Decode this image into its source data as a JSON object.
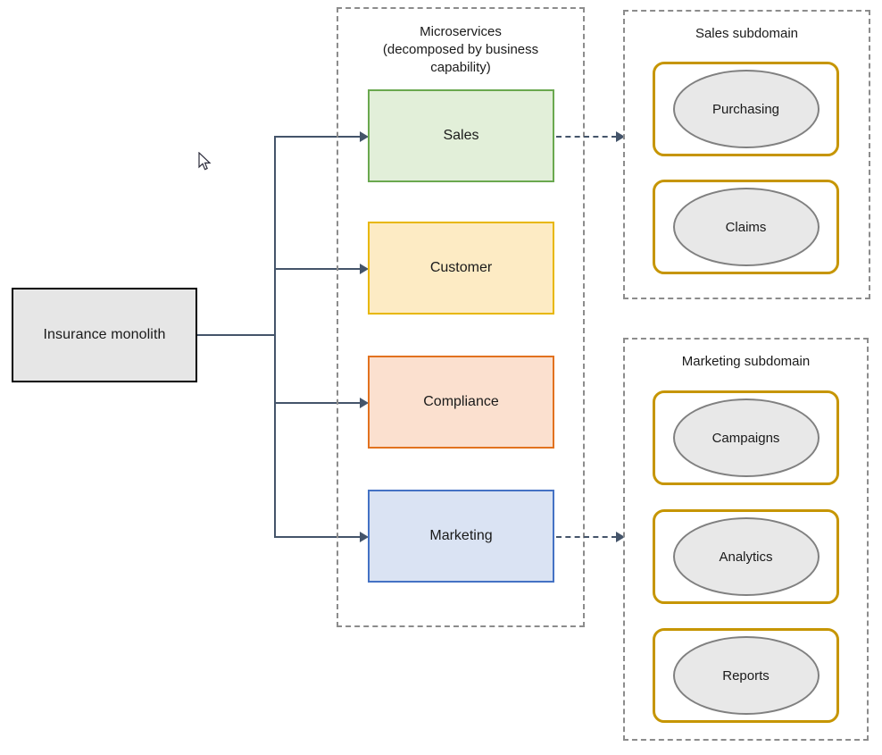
{
  "diagram": {
    "monolith": {
      "label": "Insurance monolith"
    },
    "microservices_group": {
      "title": "Microservices\n(decomposed by business\ncapability)",
      "services": [
        {
          "label": "Sales",
          "border_color": "#6aa84f",
          "fill_color": "#e2efd9"
        },
        {
          "label": "Customer",
          "border_color": "#e8b700",
          "fill_color": "#fdebc4"
        },
        {
          "label": "Compliance",
          "border_color": "#e2721f",
          "fill_color": "#fbe0cf"
        },
        {
          "label": "Marketing",
          "border_color": "#4472c4",
          "fill_color": "#dae3f3"
        }
      ]
    },
    "sales_subdomain": {
      "title": "Sales subdomain",
      "capabilities": [
        {
          "label": "Purchasing"
        },
        {
          "label": "Claims"
        }
      ]
    },
    "marketing_subdomain": {
      "title": "Marketing subdomain",
      "capabilities": [
        {
          "label": "Campaigns"
        },
        {
          "label": "Analytics"
        },
        {
          "label": "Reports"
        }
      ]
    },
    "colors": {
      "connector": "#44546a",
      "group_border": "#8c8c8c",
      "capability_border": "#c69500",
      "ellipse_fill": "#e8e8e8",
      "ellipse_border": "#808080",
      "monolith_fill": "#e6e6e6",
      "monolith_border": "#000000"
    },
    "cursor": {
      "icon": "mouse-pointer-arrow"
    }
  }
}
